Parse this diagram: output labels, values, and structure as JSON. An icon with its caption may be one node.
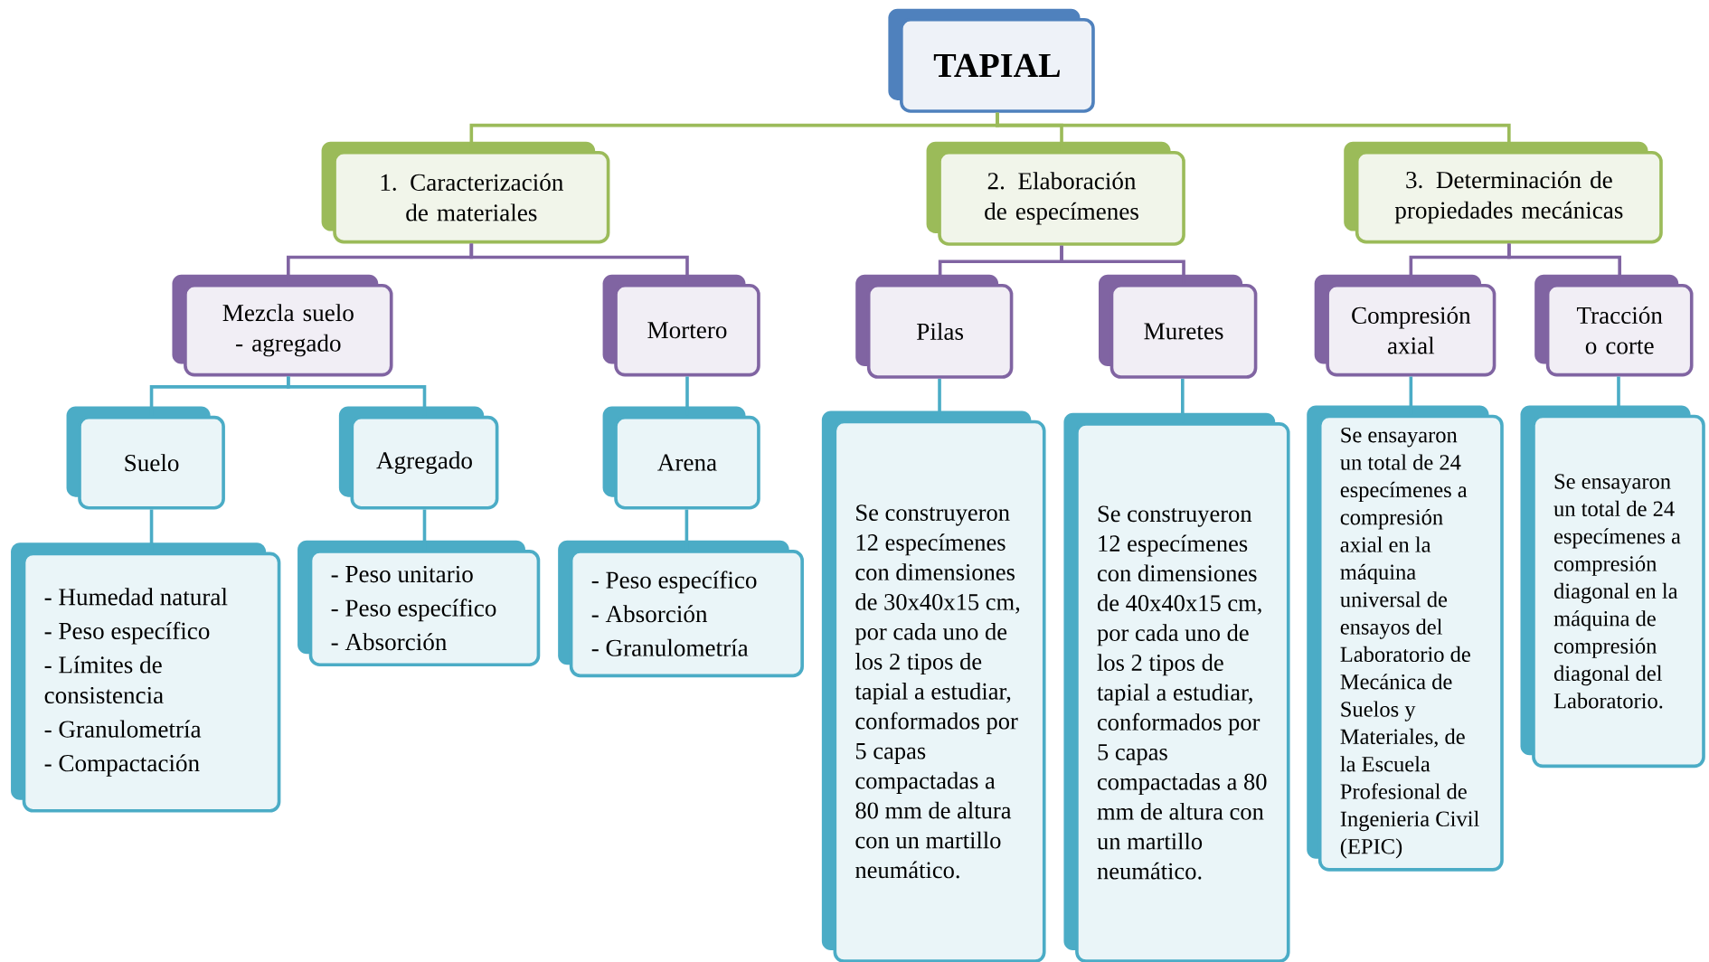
{
  "diagram": {
    "nodes": [
      {
        "text": [
          "TAPIAL"
        ]
      },
      {
        "text": [
          "1. Caracterización de materiales"
        ]
      },
      {
        "text": [
          "2. Elaboración de especímenes"
        ]
      },
      {
        "text": [
          "3. Determinación de propiedades mecánicas"
        ]
      },
      {
        "text": [
          "Mezcla suelo - agregado"
        ]
      },
      {
        "text": [
          "Mortero"
        ]
      },
      {
        "text": [
          "Pilas"
        ]
      },
      {
        "text": [
          "Muretes"
        ]
      },
      {
        "text": [
          "Compresión axial"
        ]
      },
      {
        "text": [
          "Tracción o corte"
        ]
      },
      {
        "text": [
          "Suelo"
        ]
      },
      {
        "text": [
          "Agregado"
        ]
      },
      {
        "text": [
          "Arena"
        ]
      },
      {
        "text": [
          "- Humedad natural",
          "- Peso específico",
          "- Límites de consistencia",
          "- Granulometría",
          "- Compactación"
        ]
      },
      {
        "text": [
          "- Peso unitario",
          "- Peso específico",
          "- Absorción"
        ]
      },
      {
        "text": [
          "- Peso específico",
          "- Absorción",
          "- Granulometría"
        ]
      },
      {
        "text": [
          "Se construyeron 12 especímenes con dimensiones de 30x40x15 cm, por cada uno de los 2 tipos de tapial a estudiar, conformados por 5 capas compactadas a 80 mm de altura con un martillo neumático."
        ]
      },
      {
        "text": [
          "Se construyeron 12 especímenes con dimensiones de 40x40x15 cm, por cada uno de los 2 tipos de tapial a estudiar, conformados por 5 capas compactadas a 80 mm de altura con un martillo neumático."
        ]
      },
      {
        "text": [
          "Se ensayaron un total de 24 especímenes a compresión axial en la máquina universal de ensayos del Laboratorio de Mecánica de Suelos y Materiales, de la Escuela Profesional de Ingenieria Civil (EPIC)"
        ]
      },
      {
        "text": [
          "Se ensayaron un total de 24 especímenes a compresión diagonal en la máquina de compresión diagonal del Laboratorio."
        ]
      }
    ],
    "edges": [
      {
        "from": 0,
        "to": 1,
        "arrow": "none",
        "color": "#9bbb59"
      },
      {
        "from": 0,
        "to": 2,
        "arrow": "none",
        "color": "#9bbb59"
      },
      {
        "from": 0,
        "to": 3,
        "arrow": "none",
        "color": "#9bbb59"
      },
      {
        "from": 1,
        "to": 4,
        "arrow": "none",
        "color": "#8064a2"
      },
      {
        "from": 1,
        "to": 5,
        "arrow": "none",
        "color": "#8064a2"
      },
      {
        "from": 2,
        "to": 6,
        "arrow": "none",
        "color": "#8064a2"
      },
      {
        "from": 2,
        "to": 7,
        "arrow": "none",
        "color": "#8064a2"
      },
      {
        "from": 3,
        "to": 8,
        "arrow": "none",
        "color": "#8064a2"
      },
      {
        "from": 3,
        "to": 9,
        "arrow": "none",
        "color": "#8064a2"
      },
      {
        "from": 4,
        "to": 10,
        "arrow": "none"
      },
      {
        "from": 4,
        "to": 11,
        "arrow": "none"
      },
      {
        "from": 5,
        "to": 12,
        "arrow": "none"
      },
      {
        "from": 10,
        "to": 13,
        "arrow": "none"
      },
      {
        "from": 11,
        "to": 14,
        "arrow": "none"
      },
      {
        "from": 12,
        "to": 15,
        "arrow": "none"
      },
      {
        "from": 6,
        "to": 16,
        "arrow": "none"
      },
      {
        "from": 7,
        "to": 17,
        "arrow": "none"
      },
      {
        "from": 8,
        "to": 18,
        "arrow": "none"
      },
      {
        "from": 9,
        "to": 19,
        "arrow": "none"
      }
    ]
  }
}
